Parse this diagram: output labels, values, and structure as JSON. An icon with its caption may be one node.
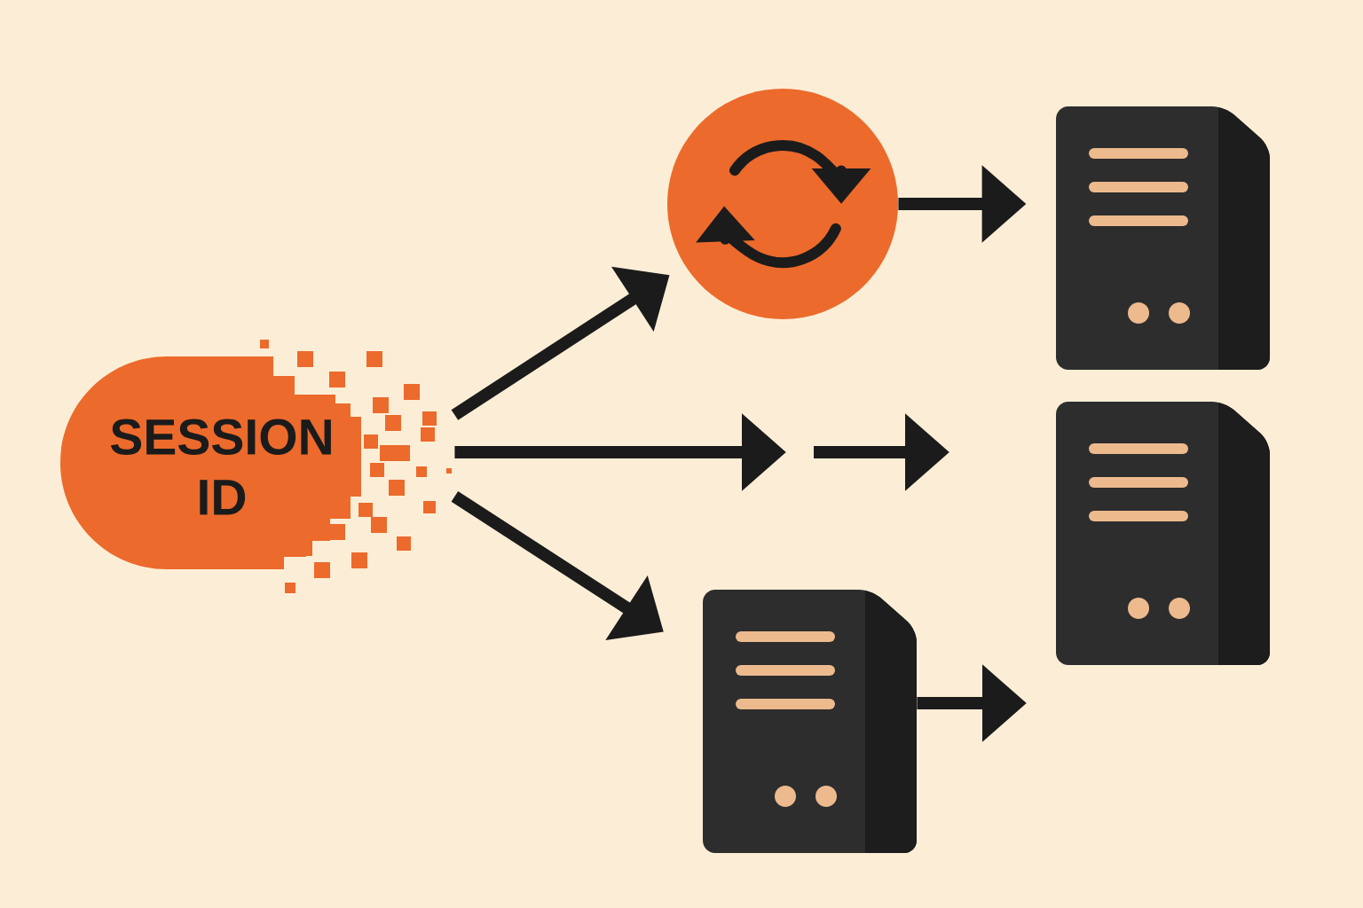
{
  "diagram": {
    "nodes": [
      {
        "text": [
          "SESSION ID"
        ]
      },
      {
        "text": [],
        "shape": "circle"
      },
      {
        "text": [],
        "shape": "server"
      },
      {
        "text": [],
        "shape": "server"
      },
      {
        "text": [],
        "shape": "server"
      }
    ],
    "edges": [
      {
        "from": 0,
        "to": 1,
        "arrow": "to"
      },
      {
        "from": 0,
        "to": null,
        "arrow": "to"
      },
      {
        "from": 0,
        "to": 4,
        "arrow": "to"
      },
      {
        "from": 1,
        "to": 2,
        "arrow": "to"
      },
      {
        "from": 4,
        "to": null,
        "arrow": "to"
      }
    ]
  }
}
